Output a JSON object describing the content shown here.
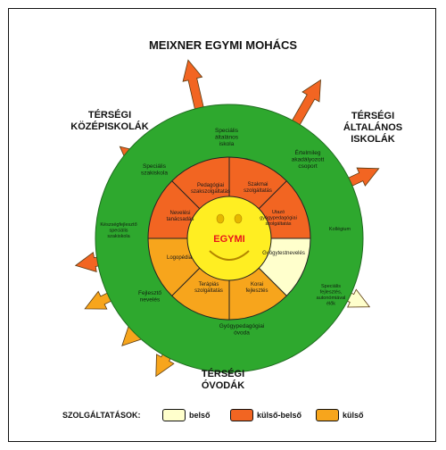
{
  "title": "MEIXNER EGYMI MOHÁCS",
  "corner_labels": {
    "top_left": "TÉRSÉGI\nKÖZÉPISKOLÁK",
    "top_right": "TÉRSÉGI\nÁLTALÁNOS\nISKOLÁK",
    "bottom": "TÉRSÉGI\nÓVODÁK"
  },
  "center": {
    "label": "EGYMI"
  },
  "inner_ring": [
    "Pedagógiai szakszolgáltatás",
    "Szakmai szolgáltatás",
    "Utazó gyógypedagógiai szolgáltatás",
    "Gyógytestnevelés",
    "Korai fejlesztés",
    "Terápiás szolgáltatás",
    "Logopédia",
    "Nevelési tanácsadás"
  ],
  "outer_ring": [
    "Speciális általános iskola",
    "Értelmileg akadályozott csoport",
    "Kollégium",
    "Speciális fejlesztés, autonómiával élők",
    "Gyógypedagógiai óvoda",
    "Fejlesztő nevelés",
    "Készségfejlesztő speciális szakiskola",
    "Speciális szakiskola"
  ],
  "legend": {
    "label": "SZOLGÁLTATÁSOK:",
    "items": [
      {
        "label": "belső",
        "color": "#ffffcc"
      },
      {
        "label": "külső-belső",
        "color": "#f26522"
      },
      {
        "label": "külső",
        "color": "#f7a51c"
      }
    ]
  },
  "colors": {
    "outer_ring": "#2ea82e",
    "inner_orange": "#f26522",
    "inner_gold": "#f7a51c",
    "inner_pale": "#ffffcc",
    "center": "#ffee22",
    "center_text": "#e8151b"
  }
}
